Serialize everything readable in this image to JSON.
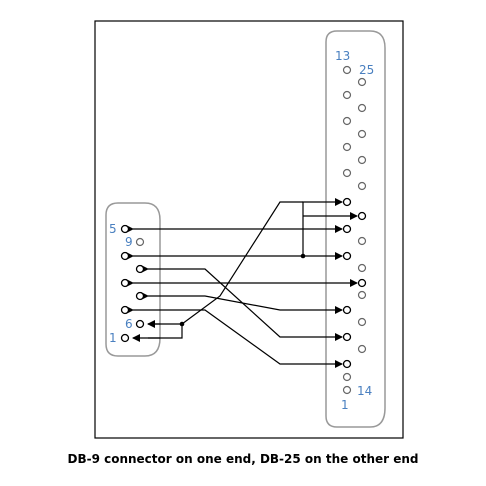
{
  "caption": "DB-9 connector on one end, DB-25 on the other end",
  "db9_labels": {
    "pin5": "5",
    "pin9": "9",
    "pin6": "6",
    "pin1": "1"
  },
  "db25_labels": {
    "pin13": "13",
    "pin25": "25",
    "pin14": "14",
    "pin1": "1"
  },
  "colors": {
    "line": "#000000",
    "connector_shell": "#999999",
    "pin_label": "#4a80c0"
  }
}
